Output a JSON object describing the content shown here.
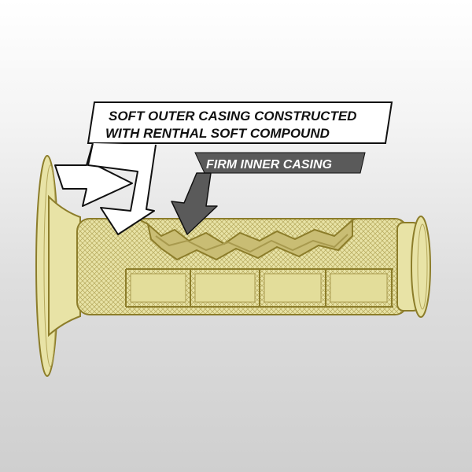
{
  "callouts": {
    "outer_line1": "SOFT OUTER CASING CONSTRUCTED",
    "outer_line2": "WITH RENTHAL SOFT COMPOUND",
    "inner": "FIRM INNER CASING"
  },
  "colors": {
    "grip_fill": "#e8e3a6",
    "grip_outline": "#8c7d2a",
    "inner_fill": "#c9bd74",
    "inner_dark": "#a89a4e",
    "callout_dark": "#5a5a5a",
    "callout_border": "#111111"
  }
}
